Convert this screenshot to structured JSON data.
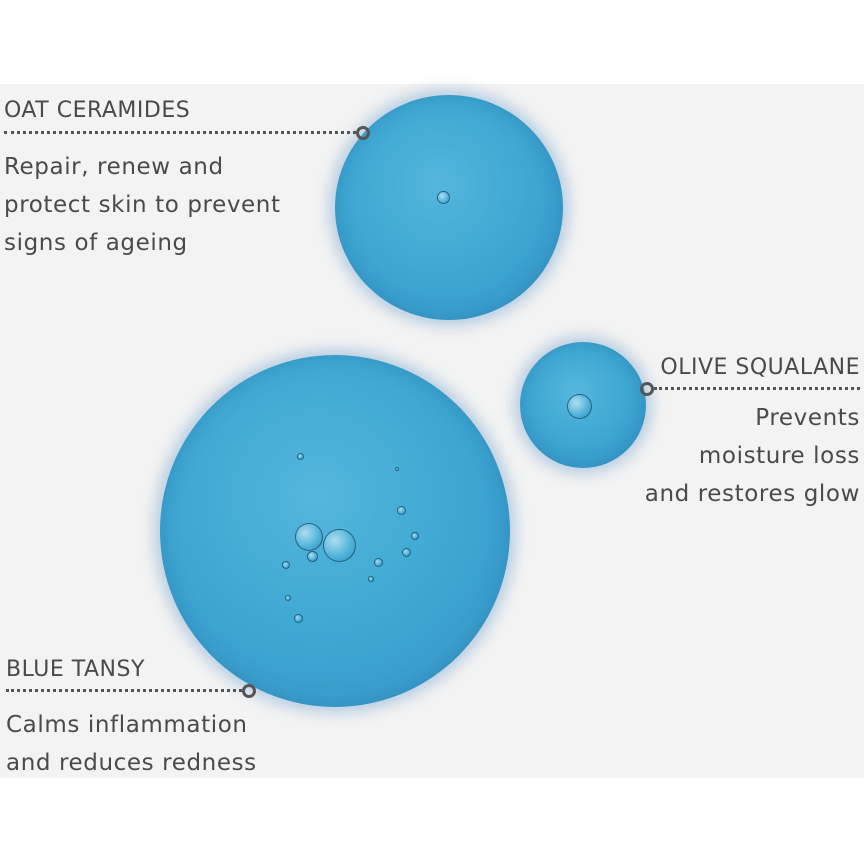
{
  "callouts": {
    "oat": {
      "title": "OAT CERAMIDES",
      "lines": [
        "Repair, renew and",
        "protect skin to prevent",
        "signs of ageing"
      ]
    },
    "olive": {
      "title": "OLIVE SQUALANE",
      "lines": [
        "Prevents",
        "moisture loss",
        "and restores glow"
      ]
    },
    "tansy": {
      "title": "BLUE TANSY",
      "lines": [
        "Calms inflammation",
        "and reduces redness"
      ]
    }
  },
  "colors": {
    "droplet": "#3fa8d3",
    "text": "#4a4a4a",
    "panel": "#f3f3f3"
  }
}
